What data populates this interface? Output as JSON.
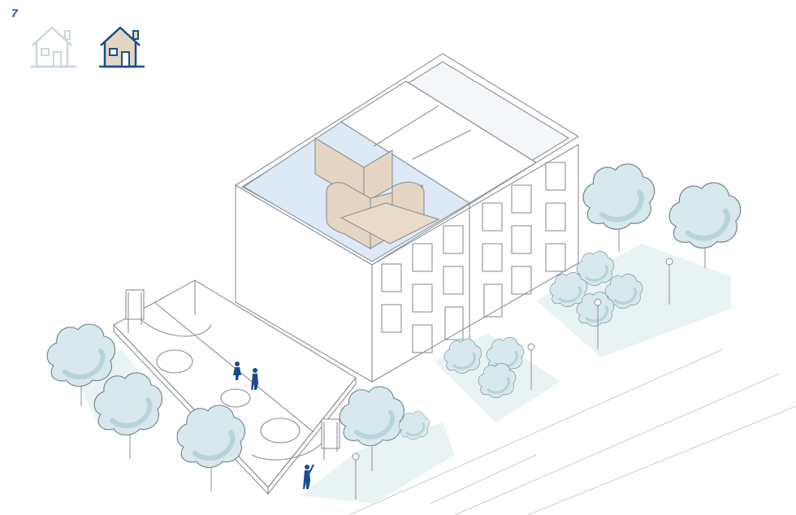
{
  "page": {
    "number": "7"
  },
  "selector": {
    "options": [
      {
        "name": "house-option-1",
        "selected": false
      },
      {
        "name": "house-option-2",
        "selected": true
      }
    ]
  },
  "colors": {
    "accent": "#1a4d8c",
    "inactive": "#c9d6e6",
    "line": "#8a8f96",
    "wood": "#e4d6c2",
    "floor_blue": "#dde9f5",
    "tree": "#d7e9ec",
    "tree_shade": "#a8cbd1",
    "ground": "#eaf3f4"
  }
}
